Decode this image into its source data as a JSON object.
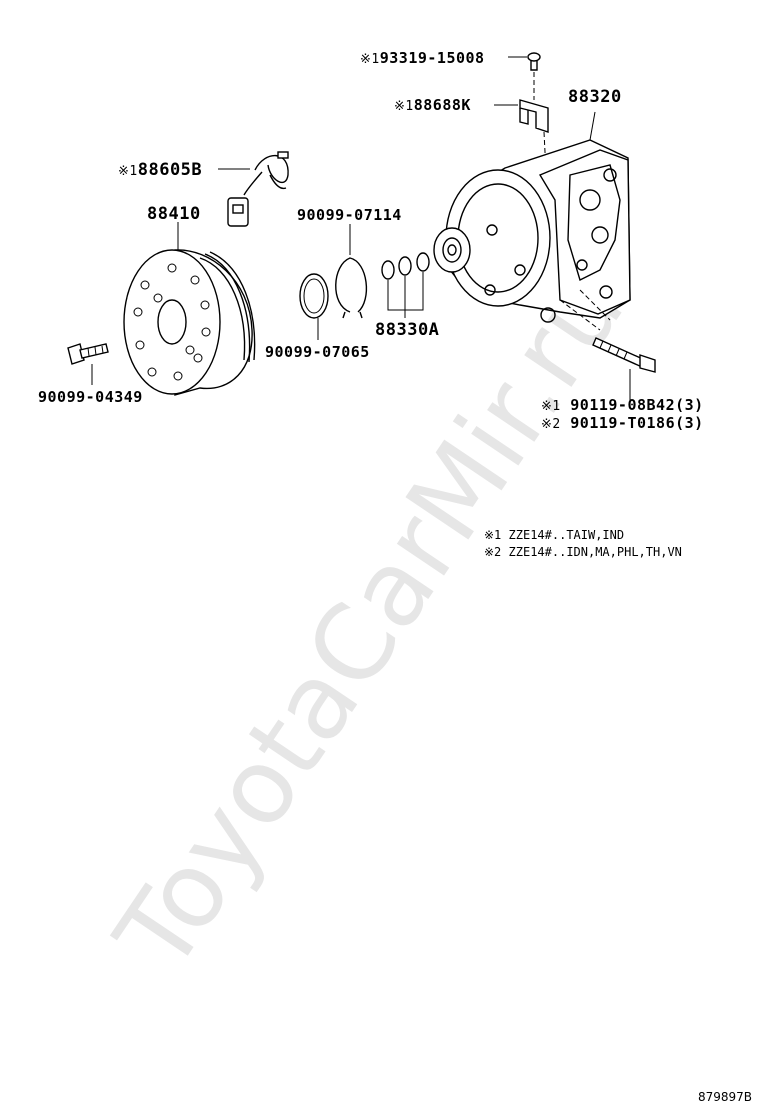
{
  "watermark": "ToyotaCarMir.ru",
  "labels": {
    "p93319": {
      "mark": "※1",
      "code": "93319-15008"
    },
    "p88688": {
      "mark": "※1",
      "code": "88688K"
    },
    "p88320": {
      "code": "88320"
    },
    "p88605": {
      "mark": "※1",
      "code": "88605B"
    },
    "p88410": {
      "code": "88410"
    },
    "p07114": {
      "code": "90099-07114"
    },
    "p07065": {
      "code": "90099-07065"
    },
    "p88330": {
      "code": "88330A"
    },
    "p04349": {
      "code": "90099-04349"
    },
    "bolt1": {
      "mark": "※1",
      "code": "90119-08B42(3)"
    },
    "bolt2": {
      "mark": "※2",
      "code": "90119-T0186(3)"
    }
  },
  "notes": [
    {
      "mark": "※1",
      "text": "ZZE14#..TAIW,IND"
    },
    {
      "mark": "※2",
      "text": "ZZE14#..IDN,MA,PHL,TH,VN"
    }
  ],
  "diagram_id": "879897B"
}
